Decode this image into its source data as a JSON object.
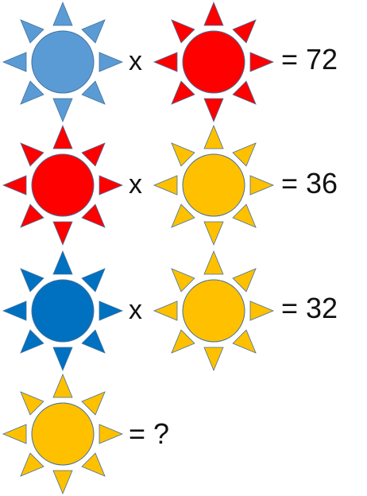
{
  "colors": {
    "light_blue": "#5b9bd5",
    "red": "#ff0000",
    "gold": "#ffc000",
    "dark_blue": "#0070c0",
    "outline": "#41719c"
  },
  "puzzle": {
    "rows": [
      {
        "suns": [
          "light_blue",
          "red"
        ],
        "operator": "x",
        "result": "= 72"
      },
      {
        "suns": [
          "red",
          "gold"
        ],
        "operator": "x",
        "result": "= 36"
      },
      {
        "suns": [
          "dark_blue",
          "gold"
        ],
        "operator": "x",
        "result": "= 32"
      },
      {
        "suns": [
          "gold"
        ],
        "operator": "",
        "result": "= ?"
      }
    ]
  }
}
